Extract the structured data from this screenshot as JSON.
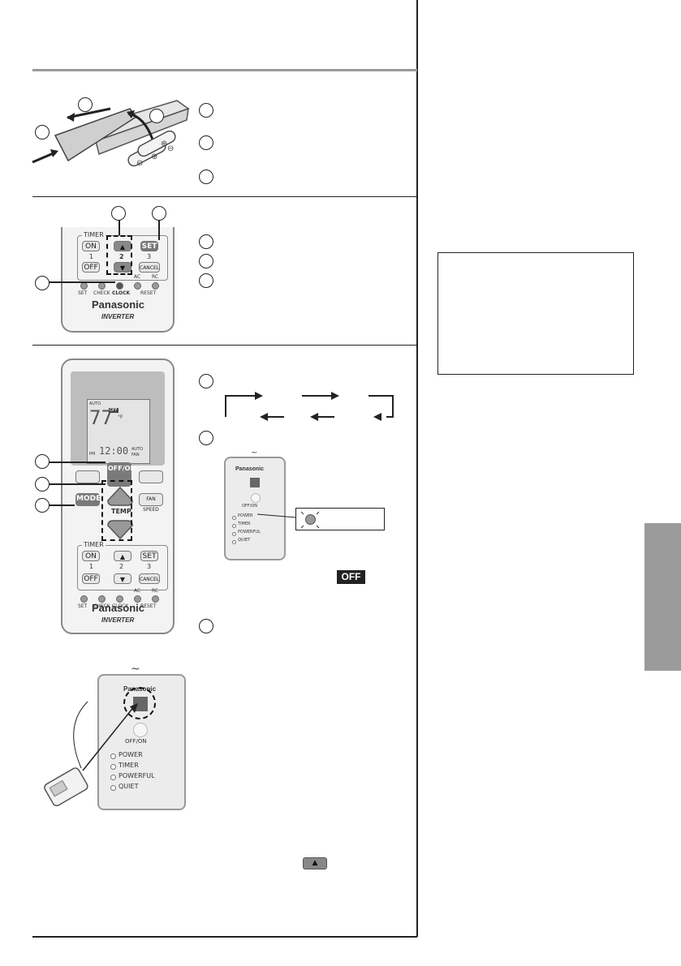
{
  "remote": {
    "brand": "Panasonic",
    "inverter": "INVERTER",
    "timer": "TIMER",
    "on": "ON",
    "off": "OFF",
    "set": "SET",
    "cancel": "CANCEL",
    "num1": "1",
    "num2": "2",
    "num3": "3",
    "set_dot": "SET",
    "check": "CHECK",
    "clock": "CLOCK",
    "reset": "RESET",
    "ac": "AC",
    "rc": "RC",
    "offon": "OFF/ON",
    "mode": "MODE",
    "temp": "TEMP",
    "fan_speed": "FAN SPEED",
    "display_auto": "AUTO",
    "display_temp": "77",
    "display_off": "OFF",
    "display_unit": "°F",
    "display_pm": "PM",
    "display_time": "12:00",
    "display_auto_fan": "AUTO",
    "display_fan": "FAN"
  },
  "indoor": {
    "brand": "Panasonic",
    "offon": "OFF/ON",
    "power": "POWER",
    "timer": "TIMER",
    "powerful": "POWERFUL",
    "quiet": "QUIET"
  },
  "icons": {
    "off_badge": "OFF"
  }
}
